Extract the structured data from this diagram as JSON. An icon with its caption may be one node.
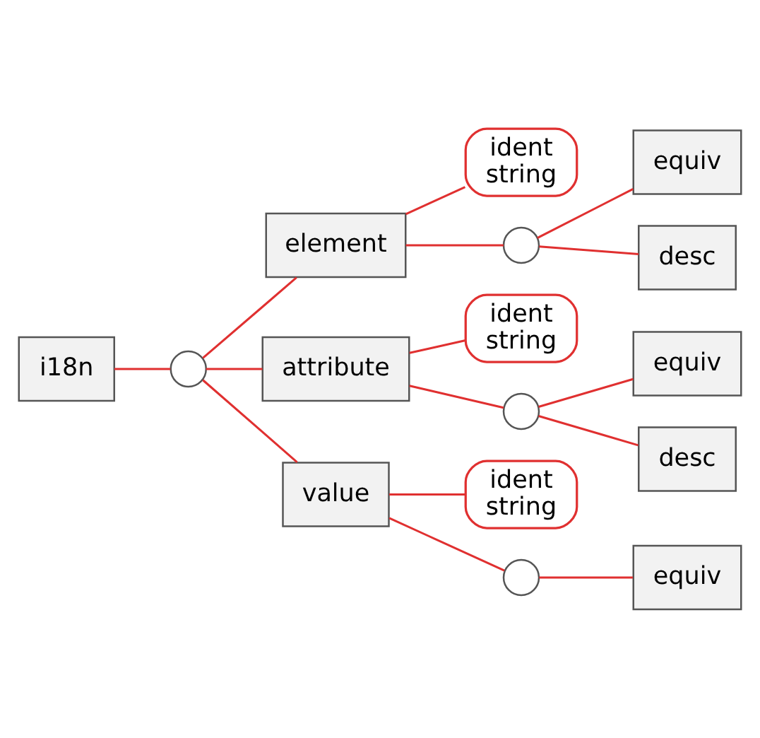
{
  "diagram": {
    "nodes": [
      {
        "text": [
          "i18n"
        ]
      },
      {
        "text": [],
        "shape": "circle"
      },
      {
        "text": [
          "element"
        ]
      },
      {
        "text": [
          "attribute"
        ]
      },
      {
        "text": [
          "value"
        ]
      },
      {
        "text": [
          "ident",
          "string"
        ]
      },
      {
        "text": [],
        "shape": "circle"
      },
      {
        "text": [
          "equiv"
        ]
      },
      {
        "text": [
          "desc"
        ]
      },
      {
        "text": [
          "ident",
          "string"
        ]
      },
      {
        "text": [],
        "shape": "circle"
      },
      {
        "text": [
          "equiv"
        ]
      },
      {
        "text": [
          "desc"
        ]
      },
      {
        "text": [
          "ident",
          "string"
        ]
      },
      {
        "text": [],
        "shape": "circle"
      },
      {
        "text": [
          "equiv"
        ]
      }
    ],
    "edges": [
      {
        "from": 0,
        "to": 1,
        "arrow": "none"
      },
      {
        "from": 1,
        "to": 2,
        "arrow": "none"
      },
      {
        "from": 1,
        "to": 3,
        "arrow": "none"
      },
      {
        "from": 1,
        "to": 4,
        "arrow": "none"
      },
      {
        "from": 2,
        "to": 5,
        "arrow": "none"
      },
      {
        "from": 2,
        "to": 6,
        "arrow": "none"
      },
      {
        "from": 6,
        "to": 7,
        "arrow": "none"
      },
      {
        "from": 6,
        "to": 8,
        "arrow": "none"
      },
      {
        "from": 3,
        "to": 9,
        "arrow": "none"
      },
      {
        "from": 3,
        "to": 10,
        "arrow": "none"
      },
      {
        "from": 10,
        "to": 11,
        "arrow": "none"
      },
      {
        "from": 10,
        "to": 12,
        "arrow": "none"
      },
      {
        "from": 4,
        "to": 13,
        "arrow": "none"
      },
      {
        "from": 4,
        "to": 14,
        "arrow": "none"
      },
      {
        "from": 14,
        "to": 15,
        "arrow": "none"
      }
    ]
  }
}
